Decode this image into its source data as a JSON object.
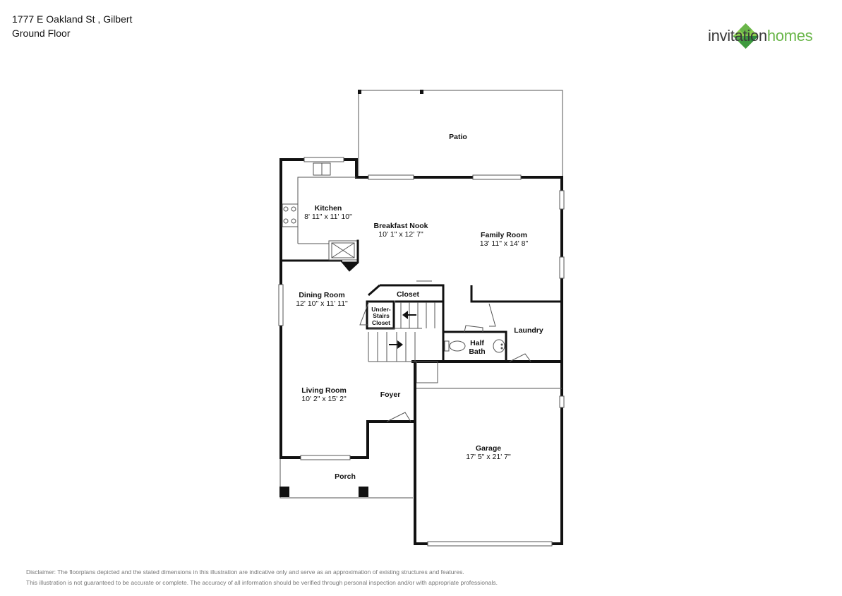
{
  "header": {
    "address": "1777 E Oakland St , Gilbert",
    "floor": "Ground Floor"
  },
  "logo": {
    "part1": "invitation",
    "part2": "homes",
    "colors": {
      "text": "#3b3b3b",
      "accent": "#6ab64a",
      "mark_dark": "#2e8b3e",
      "mark_light": "#8ccf4f"
    }
  },
  "rooms": {
    "patio": {
      "name": "Patio"
    },
    "kitchen": {
      "name": "Kitchen",
      "dims": "8' 11\" x 11' 10\""
    },
    "breakfast_nook": {
      "name": "Breakfast Nook",
      "dims": "10' 1\" x 12' 7\""
    },
    "family_room": {
      "name": "Family Room",
      "dims": "13' 11\" x 14' 8\""
    },
    "dining_room": {
      "name": "Dining Room",
      "dims": "12' 10\" x 11' 11\""
    },
    "closet": {
      "name": "Closet"
    },
    "under_stairs_closet": {
      "line1": "Under-",
      "line2": "Stairs",
      "line3": "Closet"
    },
    "laundry": {
      "name": "Laundry"
    },
    "half_bath": {
      "line1": "Half",
      "line2": "Bath"
    },
    "living_room": {
      "name": "Living Room",
      "dims": "10' 2\" x 15' 2\""
    },
    "foyer": {
      "name": "Foyer"
    },
    "garage": {
      "name": "Garage",
      "dims": "17' 5\" x 21' 7\""
    },
    "porch": {
      "name": "Porch"
    }
  },
  "disclaimer": {
    "line1": "Disclaimer: The floorplans depicted and the stated dimensions in this illustration are indicative only and serve as an approximation of existing structures and features.",
    "line2": "This illustration is not guaranteed to be accurate or complete. The accuracy of all information should be verified through personal inspection and/or with appropriate professionals."
  }
}
